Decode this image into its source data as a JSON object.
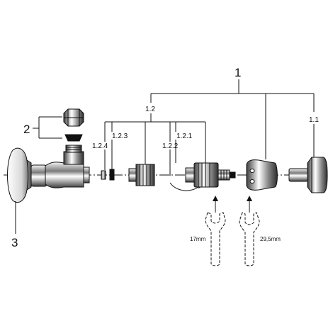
{
  "labels": {
    "assembly": "1",
    "sub_assembly": "1.2",
    "handle": "1.1",
    "part_121": "1.2.1",
    "part_122": "1.2.2",
    "part_123": "1.2.3",
    "part_124": "1.2.4",
    "nut_group": "2",
    "rosette": "3",
    "wrench_small": "17mm",
    "wrench_large": "29,5mm"
  },
  "colors": {
    "ink": "#111111",
    "metal_light": "#ffffff",
    "metal_dark": "#6a6a6a"
  }
}
